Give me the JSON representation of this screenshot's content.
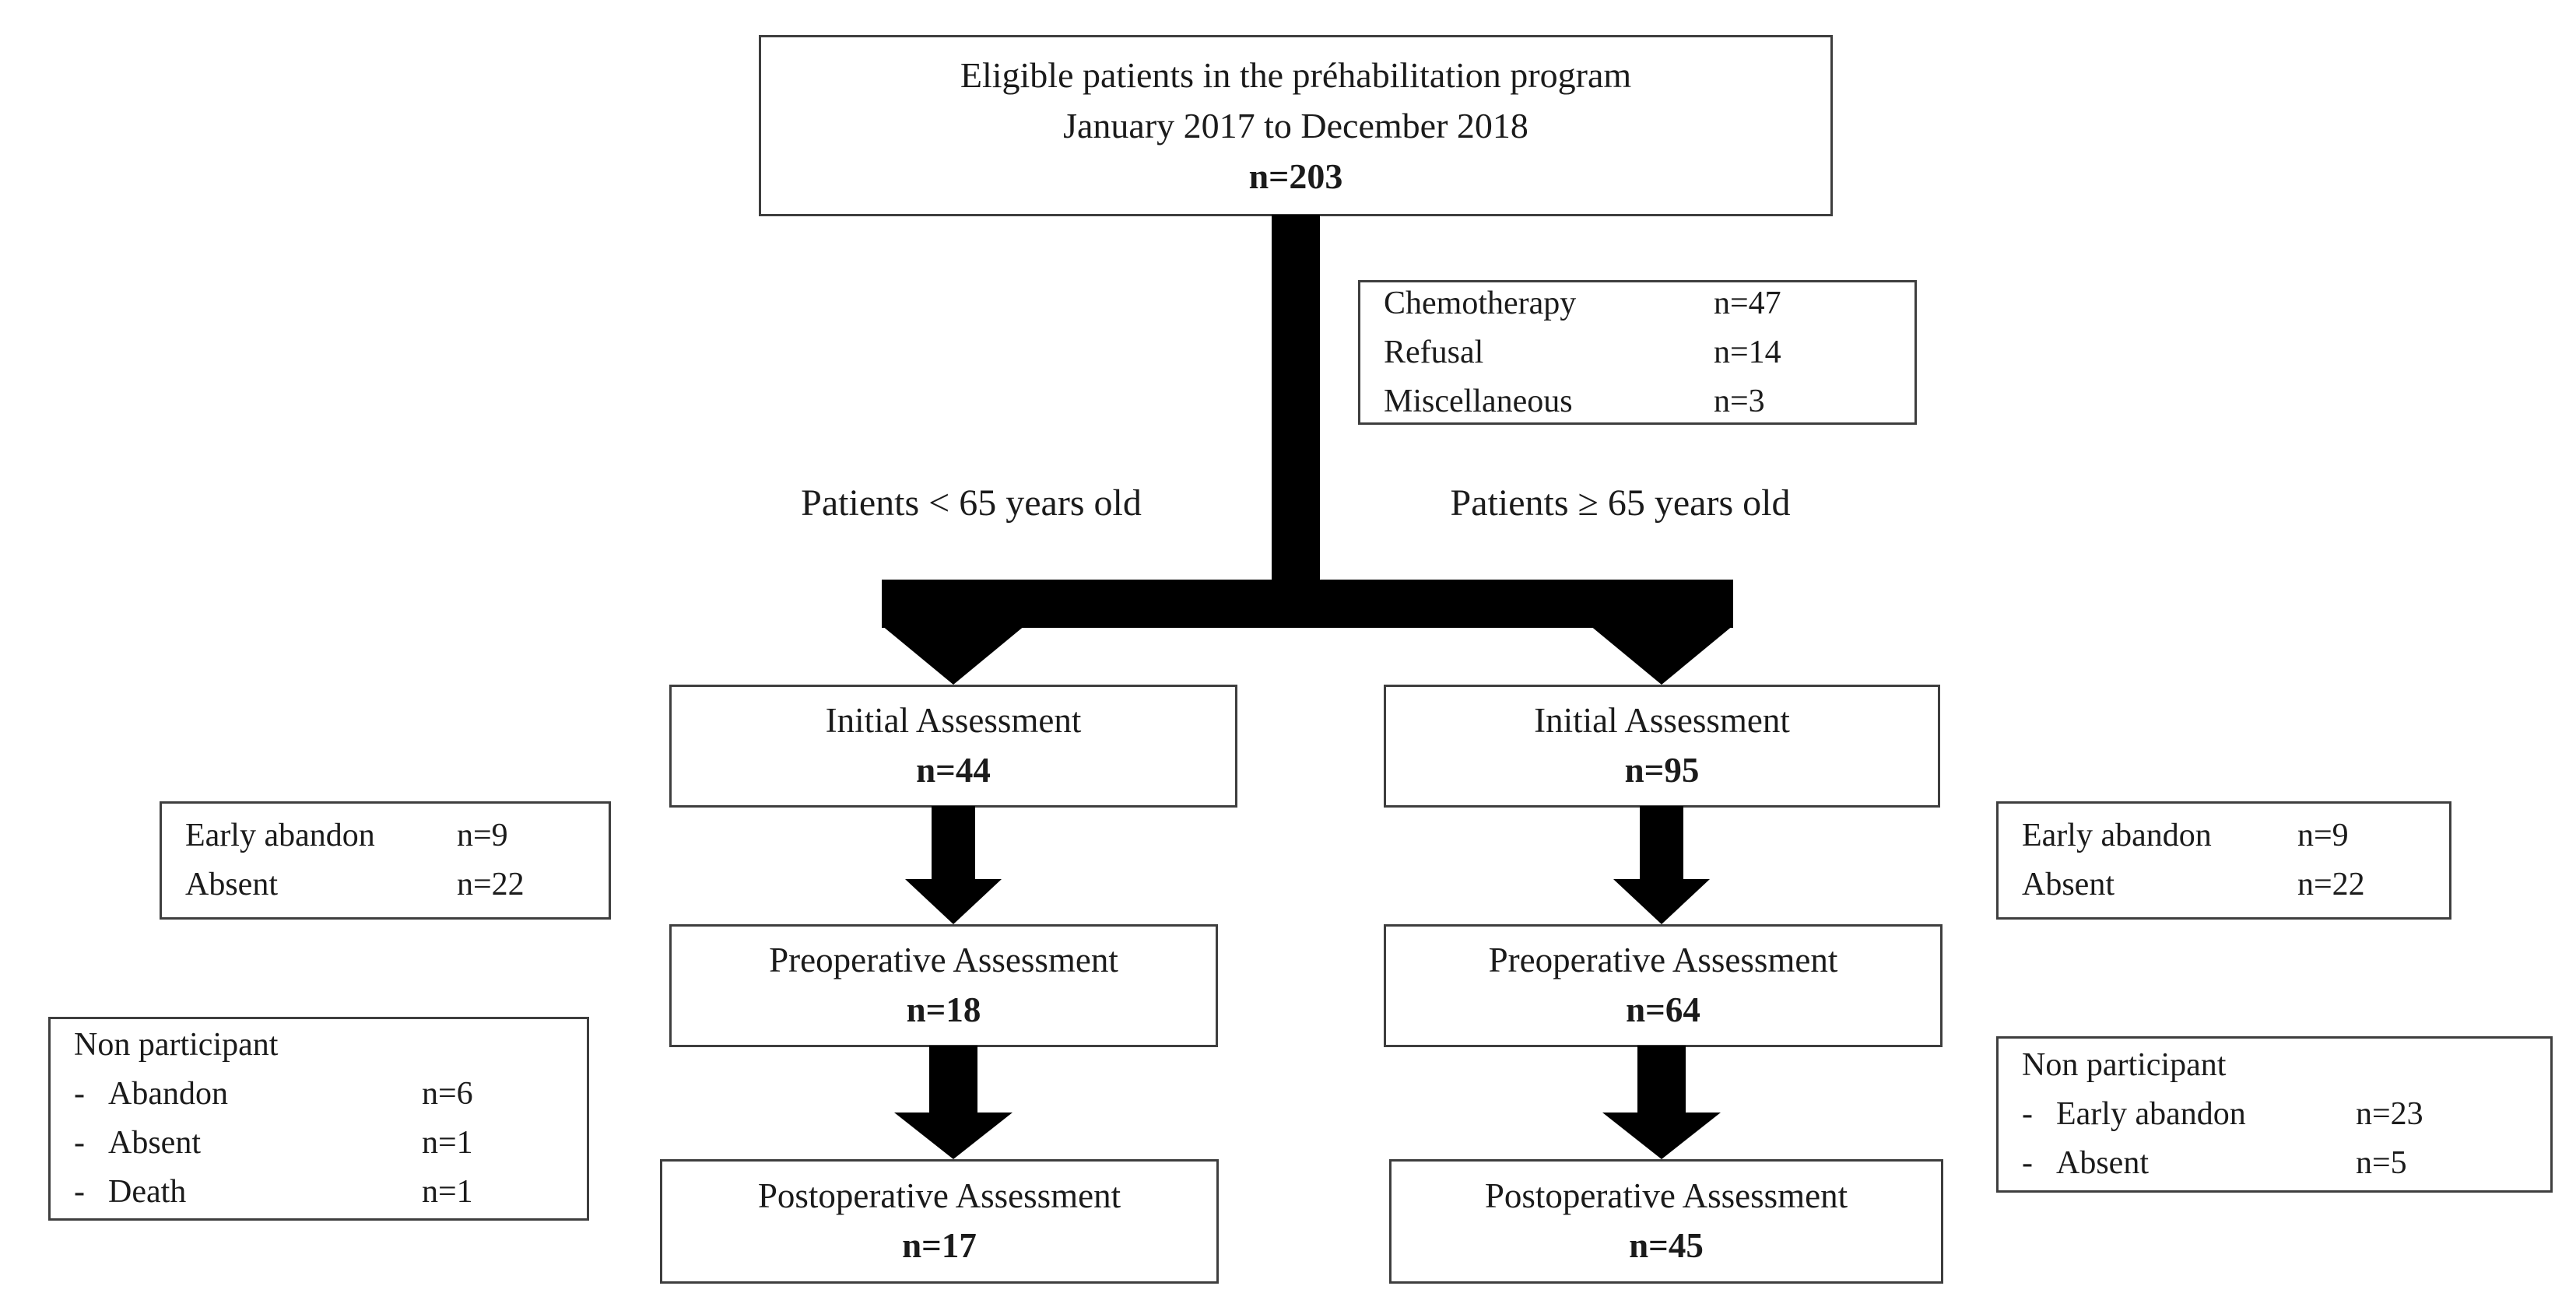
{
  "flow": {
    "top": {
      "line1": "Eligible patients in the préhabilitation program",
      "line2": "January 2017 to December 2018",
      "n": "n=203"
    },
    "exclusions": {
      "rows": [
        {
          "label": "Chemotherapy",
          "n": "n=47"
        },
        {
          "label": "Refusal",
          "n": "n=14"
        },
        {
          "label": "Miscellaneous",
          "n": "n=3"
        }
      ]
    },
    "branches": {
      "left_label": "Patients < 65 years old",
      "right_label": "Patients ≥ 65 years old"
    },
    "left": {
      "initial": {
        "title": "Initial Assessment",
        "n": "n=44"
      },
      "dropout": {
        "rows": [
          {
            "label": "Early abandon",
            "n": "n=9"
          },
          {
            "label": "Absent",
            "n": "n=22"
          }
        ]
      },
      "preop": {
        "title": "Preoperative Assessment",
        "n": "n=18"
      },
      "nonparticipant": {
        "title": "Non participant",
        "bullet": "-",
        "rows": [
          {
            "label": "Abandon",
            "n": "n=6"
          },
          {
            "label": "Absent",
            "n": "n=1"
          },
          {
            "label": "Death",
            "n": "n=1"
          }
        ]
      },
      "postop": {
        "title": "Postoperative Assessment",
        "n": "n=17"
      }
    },
    "right": {
      "initial": {
        "title": "Initial Assessment",
        "n": "n=95"
      },
      "dropout": {
        "rows": [
          {
            "label": "Early abandon",
            "n": "n=9"
          },
          {
            "label": "Absent",
            "n": "n=22"
          }
        ]
      },
      "preop": {
        "title": "Preoperative Assessment",
        "n": "n=64"
      },
      "nonparticipant": {
        "title": "Non participant",
        "bullet": "-",
        "rows": [
          {
            "label": "Early abandon",
            "n": "n=23"
          },
          {
            "label": "Absent",
            "n": "n=5"
          }
        ]
      },
      "postop": {
        "title": "Postoperative Assessment",
        "n": "n=45"
      }
    }
  },
  "colors": {
    "arrow": "#000000",
    "box_border": "#3e3e3e",
    "text": "#1b1b1b",
    "background": "#ffffff"
  }
}
